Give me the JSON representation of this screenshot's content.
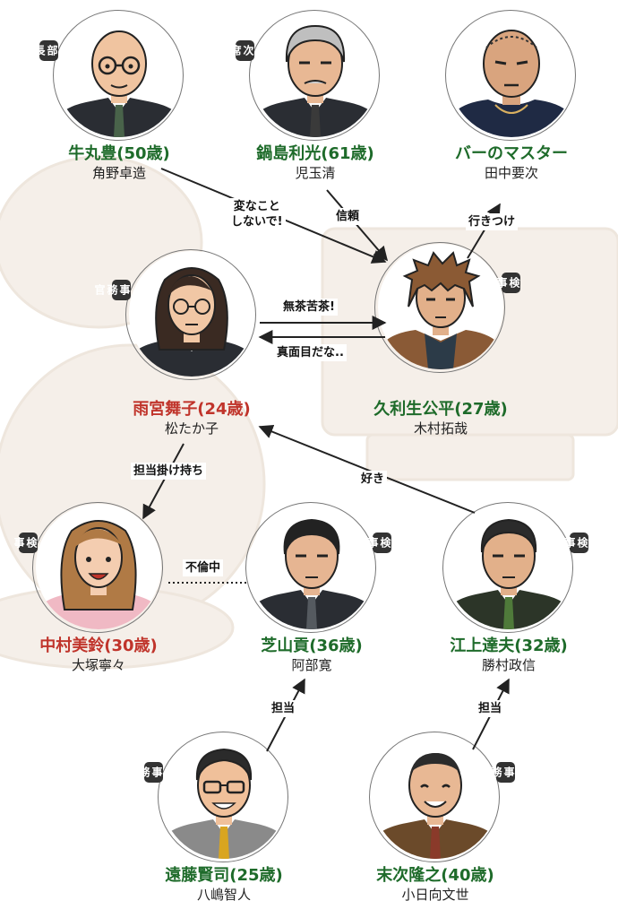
{
  "colors": {
    "green": "#1e6b2a",
    "red": "#c0342b",
    "tag_bg": "#333333",
    "line": "#222222"
  },
  "characters": [
    {
      "id": "ushimaru",
      "name": "牛丸豊(50歳)",
      "actor": "角野卓造",
      "tag": "部長検事",
      "tag_side": "left",
      "name_color": "green",
      "icon": "bald-glasses-man-portrait-icon"
    },
    {
      "id": "nabeshima",
      "name": "鍋島利光(61歳)",
      "actor": "児玉清",
      "tag": "次席検事",
      "tag_side": "left",
      "name_color": "green",
      "icon": "gray-haired-man-portrait-icon"
    },
    {
      "id": "master",
      "name": "バーのマスター",
      "actor": "田中要次",
      "tag": "",
      "tag_side": "none",
      "name_color": "green",
      "icon": "shaved-head-man-portrait-icon"
    },
    {
      "id": "amamiya",
      "name": "雨宮舞子(24歳)",
      "actor": "松たか子",
      "tag": "事務官",
      "tag_side": "left",
      "name_color": "red",
      "icon": "woman-glasses-portrait-icon"
    },
    {
      "id": "kuryu",
      "name": "久利生公平(27歳)",
      "actor": "木村拓哉",
      "tag": "検事",
      "tag_side": "right",
      "name_color": "green",
      "icon": "shaggy-hair-man-portrait-icon"
    },
    {
      "id": "nakamura",
      "name": "中村美鈴(30歳)",
      "actor": "大塚寧々",
      "tag": "検事",
      "tag_side": "left",
      "name_color": "red",
      "icon": "long-hair-woman-portrait-icon"
    },
    {
      "id": "shibayama",
      "name": "芝山貢(36歳)",
      "actor": "阿部寛",
      "tag": "検事",
      "tag_side": "right",
      "name_color": "green",
      "icon": "man-suit-portrait-icon"
    },
    {
      "id": "egami",
      "name": "江上達夫(32歳)",
      "actor": "勝村政信",
      "tag": "検事",
      "tag_side": "right",
      "name_color": "green",
      "icon": "man-green-tie-portrait-icon"
    },
    {
      "id": "endo",
      "name": "遠藤賢司(25歳)",
      "actor": "八嶋智人",
      "tag": "事務官",
      "tag_side": "left",
      "name_color": "green",
      "icon": "glasses-man-portrait-icon"
    },
    {
      "id": "suetsugu",
      "name": "末次隆之(40歳)",
      "actor": "小日向文世",
      "tag": "事務官",
      "tag_side": "right",
      "name_color": "green",
      "icon": "smiling-man-portrait-icon"
    }
  ],
  "relations": [
    {
      "id": "henna",
      "label": "変なこと\nしないで!"
    },
    {
      "id": "shinrai",
      "label": "信頼"
    },
    {
      "id": "ikitsuke",
      "label": "行きつけ"
    },
    {
      "id": "muchakucha",
      "label": "無茶苦茶!"
    },
    {
      "id": "majime",
      "label": "真面目だな.."
    },
    {
      "id": "tanto_kake",
      "label": "担当掛け持ち"
    },
    {
      "id": "suki",
      "label": "好き"
    },
    {
      "id": "furin",
      "label": "不倫中"
    },
    {
      "id": "tanto1",
      "label": "担当"
    },
    {
      "id": "tanto2",
      "label": "担当"
    }
  ]
}
